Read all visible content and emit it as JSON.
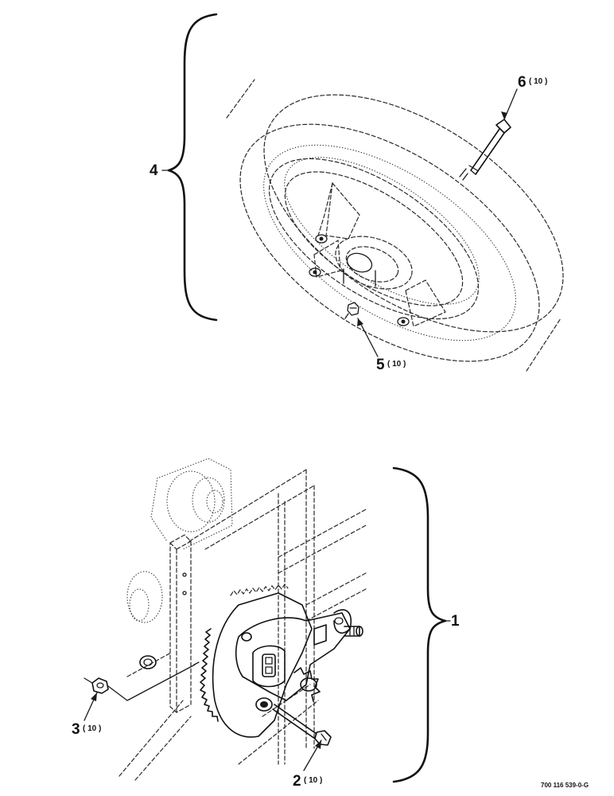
{
  "callouts": {
    "p1": {
      "number": "1"
    },
    "p2": {
      "number": "2",
      "qty": "( 10 )"
    },
    "p3": {
      "number": "3",
      "qty": "( 10 )"
    },
    "p4": {
      "number": "4"
    },
    "p5": {
      "number": "5",
      "qty": "( 10 )"
    },
    "p6": {
      "number": "6",
      "qty": "( 10 )"
    }
  },
  "drawing_number": "700 116 539-0-G"
}
